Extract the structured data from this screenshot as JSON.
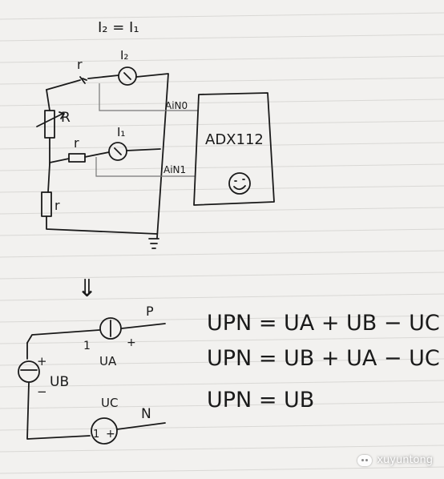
{
  "header": {
    "equation": "I₂ = I₁"
  },
  "top_circuit": {
    "r_top_label": "r",
    "i2_label": "I₂",
    "R_label": "R",
    "r_mid_label": "r",
    "i1_label": "I₁",
    "r_bottom_label": "r",
    "ain0_label": "AiN0",
    "ain1_label": "AiN1",
    "device_label": "ADX112"
  },
  "arrow_mark": "⇓",
  "bottom_circuit": {
    "p_label": "P",
    "plus_a": "+",
    "one_a": "1",
    "ua_label": "UA",
    "plus_b": "+",
    "minus_b": "−",
    "ub_label": "UB",
    "uc_label": "UC",
    "one_c": "1",
    "n_label": "N"
  },
  "equations": [
    "UPN = UA + UB − UC",
    "UPN = UB + UA − UC",
    "UPN = UB"
  ],
  "watermark": {
    "text": "xuyuntong"
  },
  "colors": {
    "ink": "#1a1a1a",
    "paper": "#f2f1ef",
    "rule": "#d9d8d5"
  }
}
